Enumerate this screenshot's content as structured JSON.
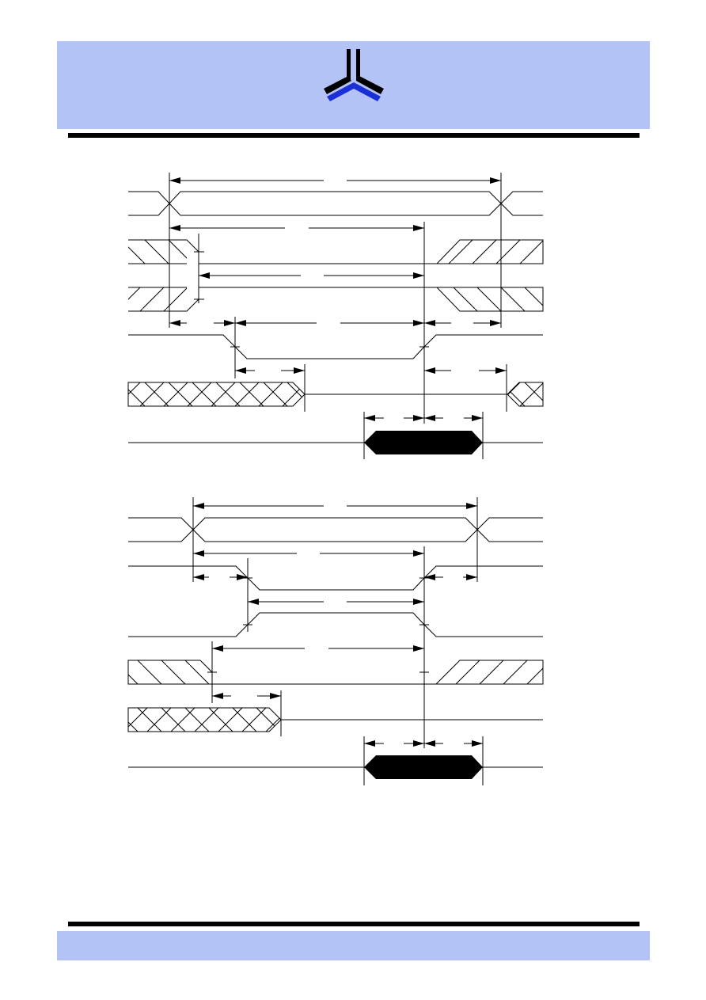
{
  "header": {
    "band_color": "#b4c3f6",
    "logo": "company-logo-icon"
  },
  "footer": {
    "band_color": "#b4c3f6"
  },
  "rule_color": "#000000",
  "logo_colors": {
    "dark": "#000000",
    "accent": "#1a2fd6"
  },
  "diagrams": [
    {
      "name": "timing-diagram-1",
      "signals": 5
    },
    {
      "name": "timing-diagram-2",
      "signals": 6
    }
  ]
}
